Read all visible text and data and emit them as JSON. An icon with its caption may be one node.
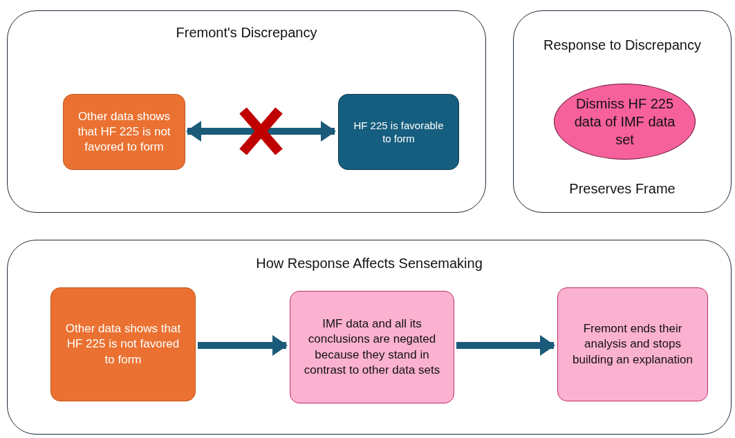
{
  "diagram": {
    "nodes": [
      {
        "text": [
          "Fremont's Discrepancy"
        ]
      },
      {
        "text": [
          "Other data shows that HF 225 is not favored to form"
        ],
        "in": 0
      },
      {
        "text": [
          "HF 225 is favorable to form"
        ],
        "in": 0
      },
      {
        "text": [
          "Response to Discrepancy",
          "Preserves Frame"
        ]
      },
      {
        "text": [
          "Dismiss HF 225 data of IMF data set"
        ],
        "in": 3
      },
      {
        "text": [
          "How Response Affects Sensemaking"
        ]
      },
      {
        "text": [
          "Other data shows that HF 225 is not favored to form"
        ],
        "in": 5
      },
      {
        "text": [
          "IMF data and all its conclusions are negated because they stand in contrast to other data sets"
        ],
        "in": 5
      },
      {
        "text": [
          "Fremont ends their analysis and stops building an explanation"
        ],
        "in": 5
      }
    ],
    "edges": [
      {
        "from": 1,
        "to": 2,
        "arrow": "both"
      },
      {
        "from": 6,
        "to": 7,
        "arrow": "to"
      },
      {
        "from": 7,
        "to": 8,
        "arrow": "to"
      }
    ]
  }
}
